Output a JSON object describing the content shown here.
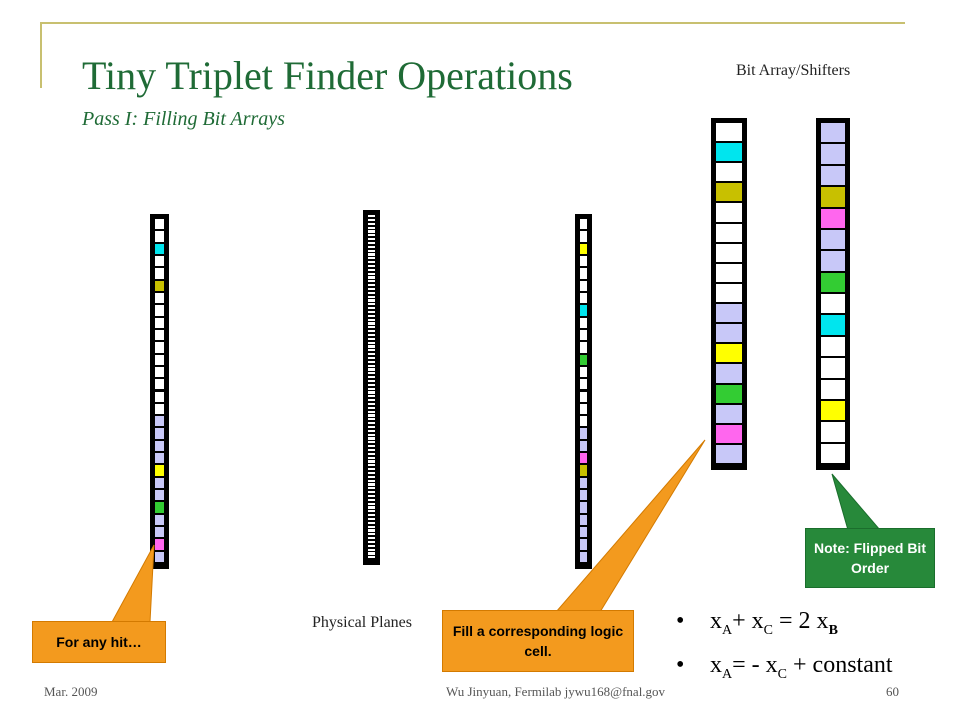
{
  "title": "Tiny Triplet Finder Operations",
  "subtitle": "Pass I: Filling Bit Arrays",
  "labels": {
    "bit_array": "Bit Array/Shifters",
    "physical_planes": "Physical Planes"
  },
  "callouts": {
    "hit": "For any hit…",
    "fill": "Fill a corresponding logic cell.",
    "note": "Note: Flipped Bit Order"
  },
  "equations": {
    "eq1": {
      "a": "x",
      "a_sub": "A",
      "mid": "+ x",
      "mid_sub": "C",
      "rest": " = 2 x",
      "rest_sub": "B"
    },
    "eq2": {
      "a": "x",
      "a_sub": "A",
      "mid": "= - x",
      "mid_sub": "C",
      "rest": " + constant"
    }
  },
  "footer": {
    "date": "Mar. 2009",
    "author": "Wu Jinyuan, Fermilab jywu168@fnal.gov",
    "page": "60"
  },
  "colors": {
    "title": "#1f6b36",
    "cyan": "#00e5ee",
    "olive": "#c8c000",
    "yellow": "#ffff00",
    "green": "#33cc33",
    "magenta": "#ff66ee",
    "lavender": "#c8c8f8",
    "white": "#ffffff",
    "orange": "#f39a1e",
    "note_green": "#27893a"
  },
  "planes": [
    {
      "name": "plane-a",
      "cells": [
        "w",
        "w",
        "c",
        "w",
        "w",
        "o",
        "w",
        "w",
        "w",
        "w",
        "w",
        "w",
        "w",
        "w",
        "w",
        "w",
        "l",
        "l",
        "l",
        "l",
        "y",
        "l",
        "l",
        "g",
        "l",
        "l",
        "m",
        "l"
      ]
    },
    {
      "name": "plane-b",
      "cells": [
        "w",
        "w",
        "w",
        "w",
        "w",
        "w",
        "w",
        "w",
        "w",
        "w",
        "w",
        "w",
        "w",
        "w",
        "w",
        "w",
        "w",
        "w",
        "w",
        "w",
        "w",
        "w",
        "w",
        "w",
        "w",
        "w",
        "w",
        "w",
        "w",
        "w",
        "w",
        "w",
        "w",
        "w",
        "w",
        "w",
        "w",
        "w",
        "w",
        "w",
        "w",
        "w",
        "w",
        "w",
        "w",
        "w",
        "w",
        "w",
        "w",
        "w",
        "w",
        "w",
        "w",
        "w",
        "w",
        "w",
        "w",
        "w",
        "w",
        "w",
        "w",
        "w",
        "w",
        "w",
        "w",
        "w",
        "w",
        "w",
        "w",
        "w",
        "w",
        "w",
        "w",
        "w",
        "w",
        "w",
        "w",
        "w",
        "w",
        "w",
        "w",
        "w",
        "w",
        "w",
        "w",
        "w",
        "w",
        "w",
        "w",
        "w"
      ]
    },
    {
      "name": "plane-c",
      "cells": [
        "w",
        "w",
        "y",
        "w",
        "w",
        "w",
        "w",
        "c",
        "w",
        "w",
        "w",
        "g",
        "w",
        "w",
        "w",
        "w",
        "w",
        "l",
        "l",
        "m",
        "o",
        "l",
        "l",
        "l",
        "l",
        "l",
        "l",
        "l"
      ]
    }
  ],
  "bit_arrays": [
    {
      "name": "bit-array-1",
      "cells": [
        "w",
        "c",
        "w",
        "o",
        "w",
        "w",
        "w",
        "w",
        "w",
        "l",
        "l",
        "y",
        "l",
        "g",
        "l",
        "m",
        "l"
      ]
    },
    {
      "name": "bit-array-2",
      "cells": [
        "l",
        "l",
        "l",
        "o",
        "m",
        "l",
        "l",
        "g",
        "w",
        "c",
        "w",
        "w",
        "w",
        "y",
        "w",
        "w"
      ]
    }
  ]
}
